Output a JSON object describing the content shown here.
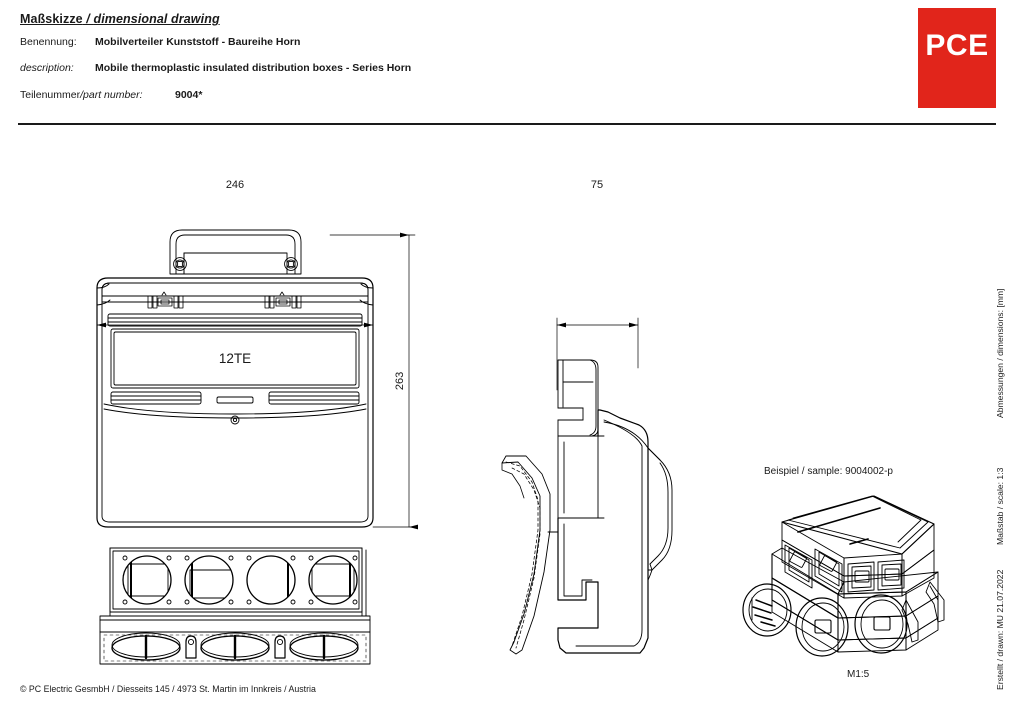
{
  "header": {
    "title_de": "Maßskizze",
    "title_sep": " / ",
    "title_en": "dimensional drawing",
    "rows": [
      {
        "label": "Benennung:",
        "value": "Mobilverteiler Kunststoff - Baureihe Horn"
      },
      {
        "label": "description:",
        "value": "Mobile thermoplastic insulated distribution boxes - Series Horn"
      },
      {
        "label_de": "Teilenummer",
        "label_sep": " / ",
        "label_en": "part number:",
        "value": "9004*"
      }
    ]
  },
  "logo": {
    "text": "PCE",
    "background_color": "#e1251b",
    "text_color": "#ffffff"
  },
  "drawing": {
    "front_view": {
      "name": "front-view",
      "panel_label": "12TE",
      "dim_width": "246",
      "dim_height": "263",
      "socket_count": 4,
      "gland_count": 3
    },
    "side_view": {
      "name": "side-view",
      "dim_depth": "75"
    },
    "sample_view": {
      "caption": "Beispiel / sample: 9004002-p",
      "scale_label": "M1:5"
    }
  },
  "side_info": {
    "dimensions": "Abmessungen / dimensions: [mm]",
    "scale": "Maßstab / scale: 1:3",
    "drawn": "Erstellt / drawn: MU 21.07.2022"
  },
  "footer": {
    "copyright": "© PC Electric GesmbH / Diesseits 145 / 4973 St. Martin im Innkreis / Austria"
  }
}
